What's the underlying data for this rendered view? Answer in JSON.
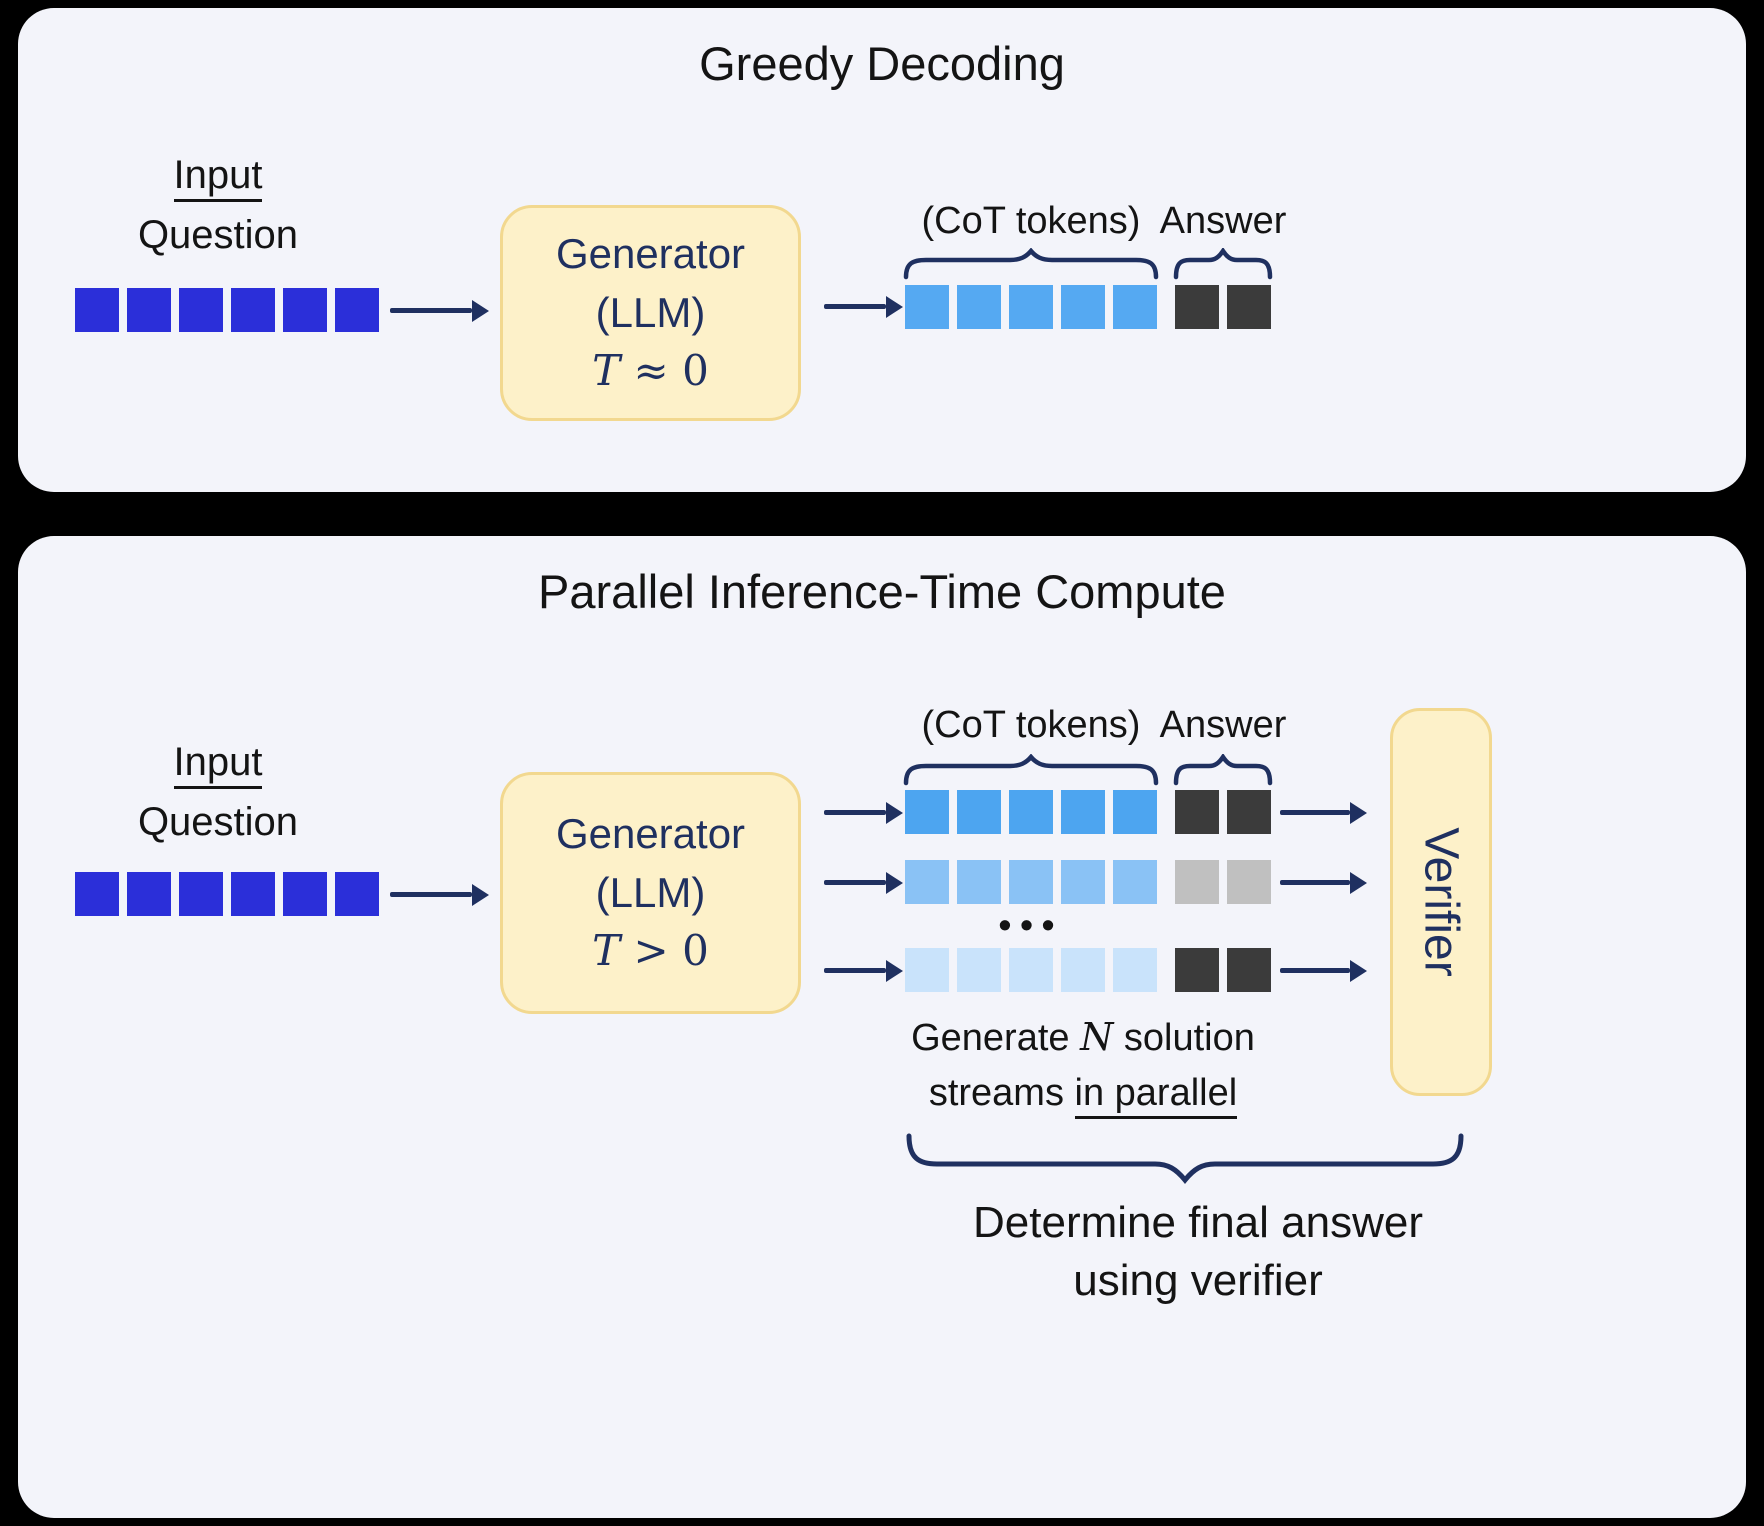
{
  "colors": {
    "background": "#000000",
    "panel_background": "#f3f4fa",
    "input_token_blue": "#2b2fd9",
    "cot_token_blue": "#55a9f2",
    "stream1_blue": "#4da5f0",
    "stream2_blue": "#8ac2f5",
    "stream3_blue": "#c9e3fb",
    "answer_dark": "#3b3b3b",
    "answer_gray": "#c0c0c0",
    "generator_fill": "#fdf1c9",
    "generator_border": "#f2d88f",
    "navy_accent": "#1f3060"
  },
  "greedy": {
    "title": "Greedy Decoding",
    "input_line1": "Input",
    "input_line2": "Question",
    "generator": {
      "line1": "Generator",
      "line2": "(LLM)",
      "t": "T",
      "temp": " ≈ 0"
    },
    "cot_label": "(CoT tokens)",
    "answer_label": "Answer",
    "input_tokens": {
      "groups": [
        {
          "count": 6,
          "color": "#2b2fd9"
        }
      ]
    },
    "output_tokens": {
      "groups": [
        {
          "count": 5,
          "color": "#55a9f2"
        },
        {
          "count": 2,
          "color": "#3b3b3b"
        }
      ]
    }
  },
  "parallel": {
    "title": "Parallel Inference-Time Compute",
    "input_line1": "Input",
    "input_line2": "Question",
    "generator": {
      "line1": "Generator",
      "line2": "(LLM)",
      "t": "T",
      "temp": " > 0"
    },
    "cot_label": "(CoT tokens)",
    "answer_label": "Answer",
    "verifier_label": "Verifier",
    "ellipsis": "•••",
    "input_tokens": {
      "groups": [
        {
          "count": 6,
          "color": "#2b2fd9"
        }
      ]
    },
    "streams": {
      "stream1": {
        "groups": [
          {
            "count": 5,
            "color": "#4da5f0"
          },
          {
            "count": 2,
            "color": "#3b3b3b"
          }
        ]
      },
      "stream2": {
        "groups": [
          {
            "count": 5,
            "color": "#8ac2f5"
          },
          {
            "count": 2,
            "color": "#c0c0c0"
          }
        ]
      },
      "stream3": {
        "groups": [
          {
            "count": 5,
            "color": "#c9e3fb"
          },
          {
            "count": 2,
            "color": "#3b3b3b"
          }
        ]
      }
    },
    "note": {
      "line1_pre": "Generate ",
      "line1_var": "N",
      "line1_post": " solution",
      "line2_pre": "streams ",
      "line2_underline": "in parallel"
    },
    "caption_line1": "Determine final answer",
    "caption_line2": "using verifier"
  }
}
